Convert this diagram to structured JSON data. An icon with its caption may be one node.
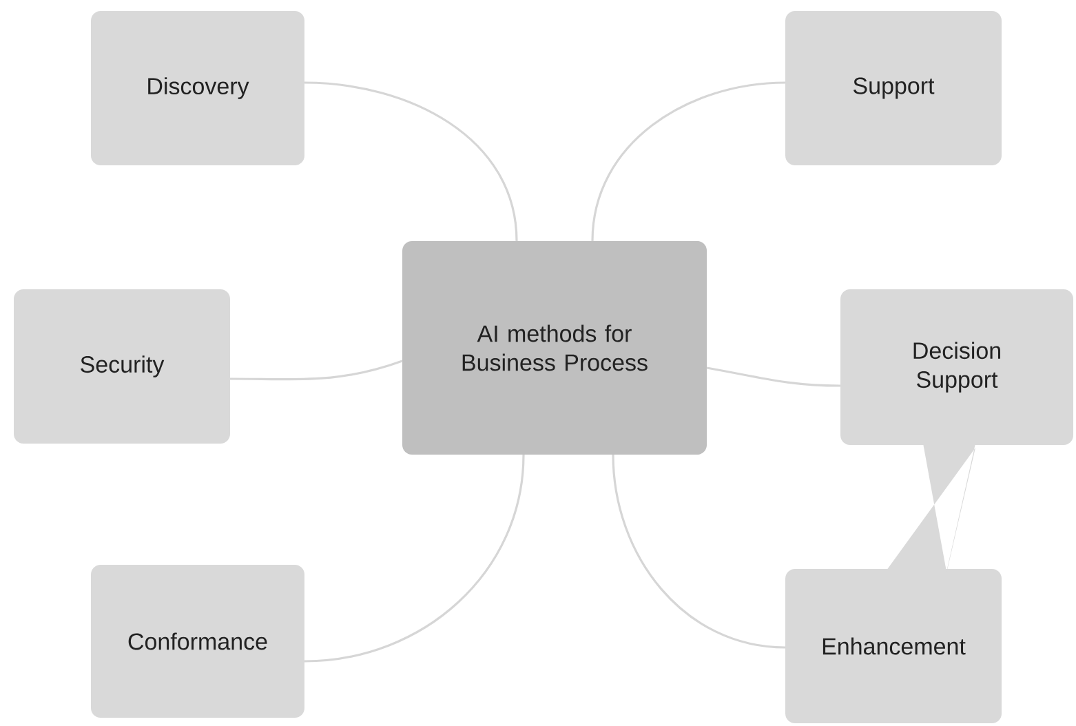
{
  "diagram": {
    "nodes": [
      {
        "text": [
          "Discovery"
        ]
      },
      {
        "text": [
          "Support"
        ]
      },
      {
        "text": [
          "Security"
        ]
      },
      {
        "text": [
          "AI methods for Business Process"
        ]
      },
      {
        "text": [
          "Decision Support"
        ]
      },
      {
        "text": [
          "Conformance"
        ]
      },
      {
        "text": [
          "Enhancement"
        ]
      }
    ],
    "edges": [
      {
        "from": 3,
        "to": 0,
        "arrow": "none"
      },
      {
        "from": 3,
        "to": 1,
        "arrow": "none"
      },
      {
        "from": 3,
        "to": 2,
        "arrow": "none"
      },
      {
        "from": 3,
        "to": 4,
        "arrow": "none"
      },
      {
        "from": 3,
        "to": 5,
        "arrow": "none"
      },
      {
        "from": 3,
        "to": 6,
        "arrow": "none"
      }
    ]
  }
}
